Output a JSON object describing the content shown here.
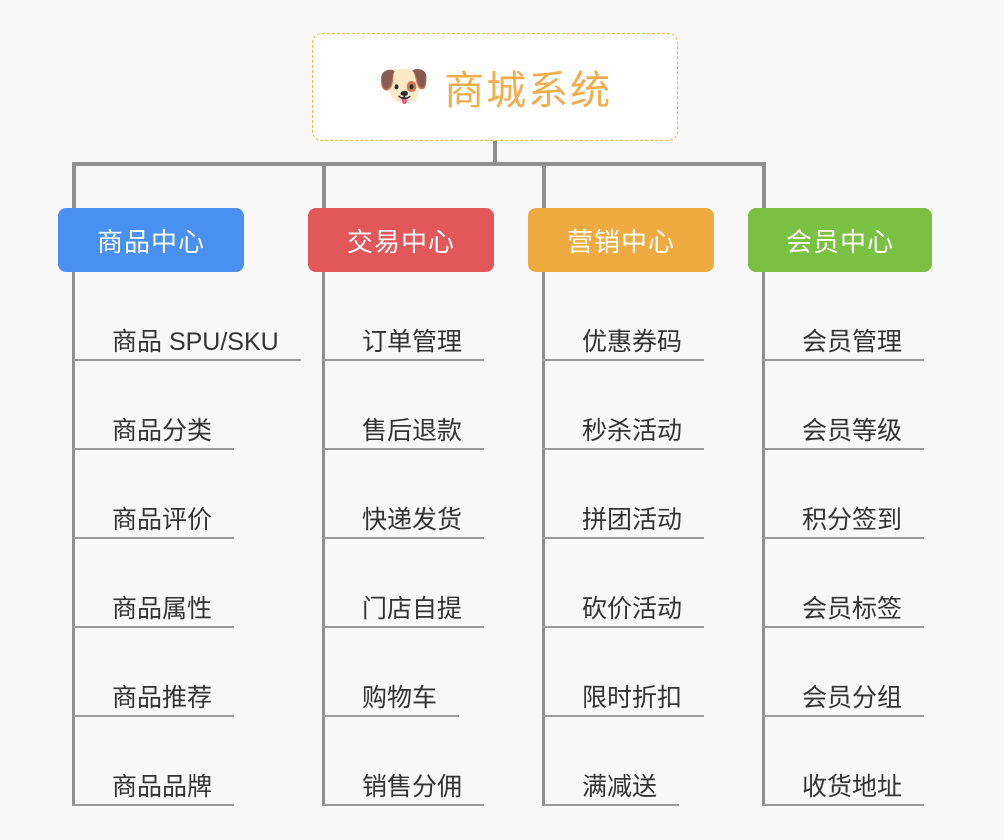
{
  "canvas": {
    "background_color": "#f8f8f8"
  },
  "root": {
    "icon": "dog-face-emoji",
    "emoji": "🐶",
    "title": "商城系统",
    "border_color": "#f0b73e",
    "text_color": "#f0ad4e",
    "background_color": "#ffffff"
  },
  "connector": {
    "color": "#8f8f8f"
  },
  "columns": [
    {
      "id": "product-center",
      "label": "商品中心",
      "color": "#4a90f0",
      "items": [
        {
          "label": "商品 SPU/SKU"
        },
        {
          "label": "商品分类"
        },
        {
          "label": "商品评价"
        },
        {
          "label": "商品属性"
        },
        {
          "label": "商品推荐"
        },
        {
          "label": "商品品牌"
        }
      ]
    },
    {
      "id": "trade-center",
      "label": "交易中心",
      "color": "#e2585a",
      "items": [
        {
          "label": "订单管理"
        },
        {
          "label": "售后退款"
        },
        {
          "label": "快递发货"
        },
        {
          "label": "门店自提"
        },
        {
          "label": "购物车"
        },
        {
          "label": "销售分佣"
        }
      ]
    },
    {
      "id": "marketing-center",
      "label": "营销中心",
      "color": "#eeab42",
      "items": [
        {
          "label": "优惠券码"
        },
        {
          "label": "秒杀活动"
        },
        {
          "label": "拼团活动"
        },
        {
          "label": "砍价活动"
        },
        {
          "label": "限时折扣"
        },
        {
          "label": "满减送"
        }
      ]
    },
    {
      "id": "member-center",
      "label": "会员中心",
      "color": "#7ac143",
      "items": [
        {
          "label": "会员管理"
        },
        {
          "label": "会员等级"
        },
        {
          "label": "积分签到"
        },
        {
          "label": "会员标签"
        },
        {
          "label": "会员分组"
        },
        {
          "label": "收货地址"
        }
      ]
    }
  ]
}
